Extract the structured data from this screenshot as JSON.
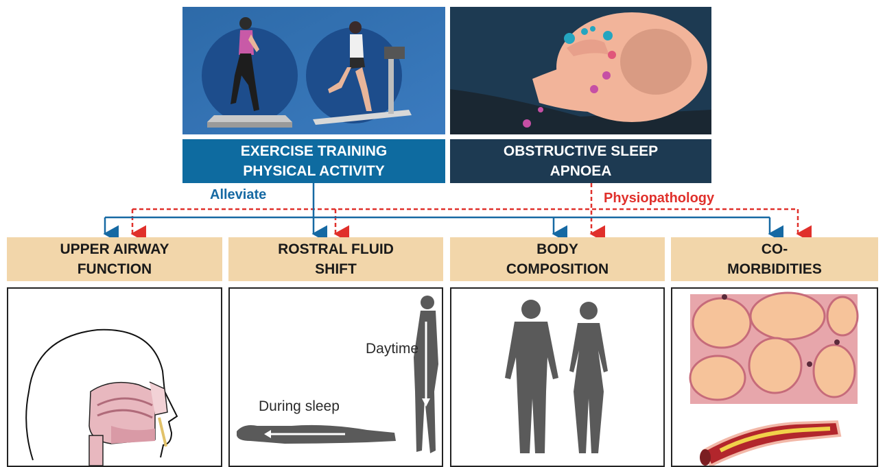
{
  "top": {
    "left_banner": {
      "line1": "EXERCISE TRAINING",
      "line2": "PHYSICAL ACTIVITY"
    },
    "right_banner": {
      "line1": "OBSTRUCTIVE SLEEP",
      "line2": "APNOEA"
    }
  },
  "links": {
    "alleviate": "Alleviate",
    "physiopathology": "Physiopathology"
  },
  "categories": [
    {
      "line1": "UPPER AIRWAY",
      "line2": "FUNCTION"
    },
    {
      "line1": "ROSTRAL FLUID",
      "line2": "SHIFT"
    },
    {
      "line1": "BODY",
      "line2": "COMPOSITION"
    },
    {
      "line1": "CO-",
      "line2": "MORBIDITIES"
    }
  ],
  "fluid_panel": {
    "daytime": "Daytime",
    "during_sleep": "During sleep"
  },
  "colors": {
    "exercise_blue": "#0e6ba0",
    "osa_navy": "#1d3a52",
    "alleviate_blue": "#1669a3",
    "physio_red": "#e0302b",
    "category_fill": "#f2d6aa"
  }
}
